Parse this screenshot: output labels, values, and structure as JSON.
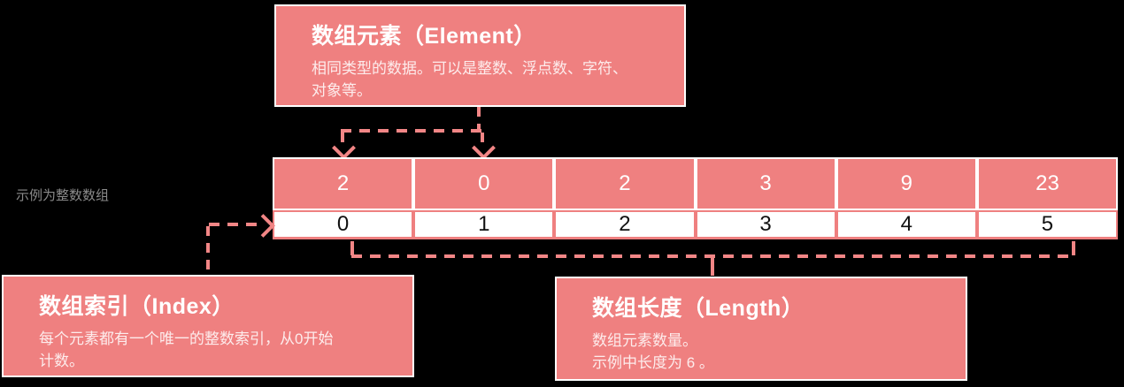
{
  "colors": {
    "background": "#000000",
    "box_pink": "#ef8080",
    "line_pink": "#f28686",
    "box_border": "#ffffff",
    "title_text": "#ffffff",
    "body_text": "#fdecec",
    "index_text": "#111111",
    "side_label_text": "#8a8a8a"
  },
  "side_label": "示例为整数数组",
  "callouts": {
    "element": {
      "title": "数组元素（Element）",
      "body_lines": [
        "相同类型的数据。可以是整数、浮点数、字符、",
        "对象等。"
      ]
    },
    "index": {
      "title": "数组索引（Index）",
      "body_lines": [
        "每个元素都有一个唯一的整数索引，从0开始",
        "计数。"
      ]
    },
    "length": {
      "title": "数组长度（Length）",
      "body_lines": [
        "数组元素数量。",
        "示例中长度为 6 。"
      ]
    }
  },
  "array": {
    "values": [
      "2",
      "0",
      "2",
      "3",
      "9",
      "23"
    ],
    "indices": [
      "0",
      "1",
      "2",
      "3",
      "4",
      "5"
    ],
    "length": 6
  }
}
